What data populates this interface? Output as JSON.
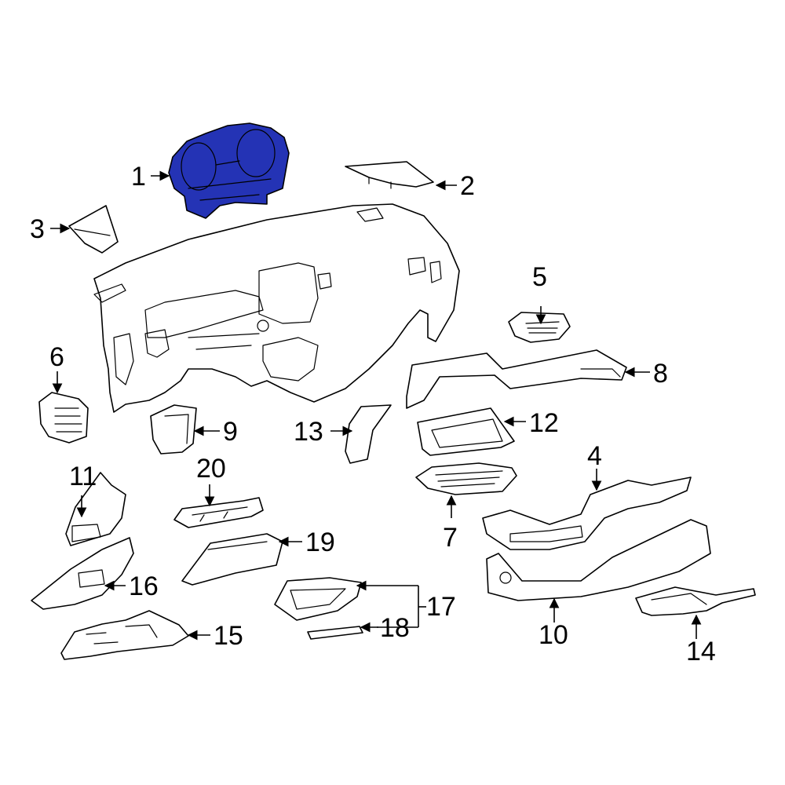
{
  "highlight_color": "#2433b5",
  "line_color": "#000000",
  "background": "#ffffff",
  "callouts": {
    "c1": "1",
    "c2": "2",
    "c3": "3",
    "c4": "4",
    "c5": "5",
    "c6": "6",
    "c7": "7",
    "c8": "8",
    "c9": "9",
    "c10": "10",
    "c11": "11",
    "c12": "12",
    "c13": "13",
    "c14": "14",
    "c15": "15",
    "c16": "16",
    "c17": "17",
    "c18": "18",
    "c19": "19",
    "c20": "20"
  }
}
